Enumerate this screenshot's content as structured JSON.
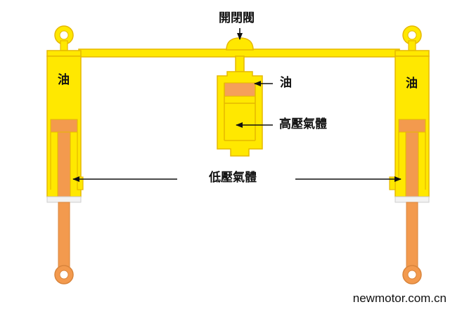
{
  "labels": {
    "valve": "開閉閥",
    "oil_left": "油",
    "oil_right": "油",
    "oil_accumulator": "油",
    "high_pressure_gas": "高壓氣體",
    "low_pressure_gas": "低壓氣體"
  },
  "watermark": "newmotor.com.cn",
  "colors": {
    "oil_yellow": "#FFE800",
    "outline_yellow": "#E6B800",
    "gas_orange": "#F5A05A",
    "rod_orange": "#F39A4E",
    "arrow": "#111111"
  }
}
